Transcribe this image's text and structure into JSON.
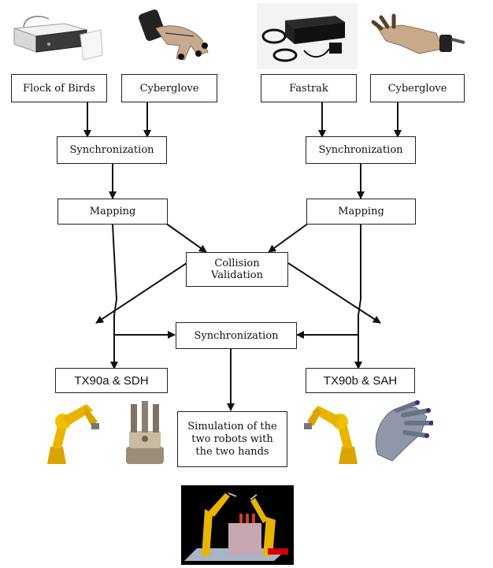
{
  "diagram": {
    "inputs_left": {
      "tracker": "Flock of Birds",
      "glove": "Cyberglove"
    },
    "inputs_right": {
      "tracker": "Fastrak",
      "glove": "Cyberglove"
    },
    "sync_left": "Synchronization",
    "sync_right": "Synchronization",
    "mapping_left": "Mapping",
    "mapping_right": "Mapping",
    "collision": {
      "line1": "Collision",
      "line2": "Validation"
    },
    "sync_center": "Synchronization",
    "robot_left": "TX90a & SDH",
    "robot_right": "TX90b & SAH",
    "simulation": {
      "line1": "Simulation of the",
      "line2": "two robots with",
      "line3": "the two hands"
    }
  },
  "colors": {
    "stroke": "#111111",
    "robot_yellow": "#e8b400",
    "screen_bg": "#000000"
  },
  "images": [
    "flock-of-birds-device-photo",
    "cyberglove-photo",
    "fastrak-device-photo",
    "cyberglove-photo",
    "robot-arm-photo",
    "sdh-gripper-photo",
    "robot-arm-photo",
    "sah-hand-photo",
    "simulation-screenshot"
  ]
}
